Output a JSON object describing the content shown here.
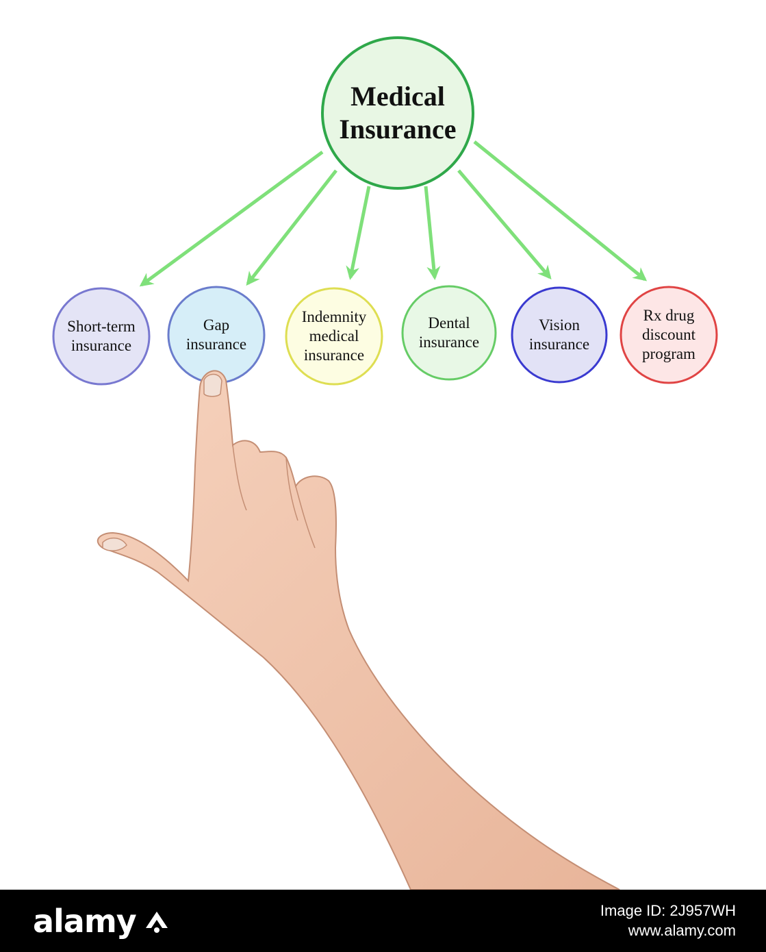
{
  "diagram": {
    "root": {
      "label": "Medical\nInsurance",
      "fill": "#e8f7e4",
      "stroke": "#2fa84a"
    },
    "arrow_color": "#7fe07a",
    "children": [
      {
        "label": "Short-term\ninsurance",
        "fill": "#e4e4f6",
        "stroke": "#7878d0"
      },
      {
        "label": "Gap\ninsurance",
        "fill": "#d6eef8",
        "stroke": "#6a7ccc"
      },
      {
        "label": "Indemnity\nmedical\ninsurance",
        "fill": "#fdfde2",
        "stroke": "#dede52"
      },
      {
        "label": "Dental\ninsurance",
        "fill": "#e8f8e6",
        "stroke": "#66cc66"
      },
      {
        "label": "Vision\ninsurance",
        "fill": "#e2e2f6",
        "stroke": "#3a3ad0"
      },
      {
        "label": "Rx drug\ndiscount\nprogram",
        "fill": "#fde6e6",
        "stroke": "#e04444"
      }
    ]
  },
  "watermark": {
    "brand": "alamy",
    "image_id": "Image ID: 2J957WH",
    "site": "www.alamy.com"
  }
}
